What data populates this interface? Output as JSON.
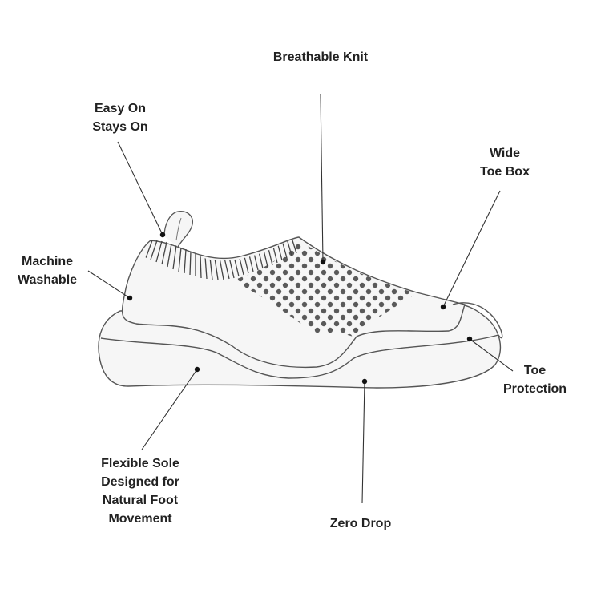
{
  "diagram": {
    "subject": "Slip-on knit shoe, side view",
    "colors": {
      "outline": "#555555",
      "fill": "#f6f6f6",
      "dots": "#5a5a5a",
      "text": "#222222",
      "leader": "#333333"
    },
    "callouts": [
      {
        "id": "breathable-knit",
        "text": "Breathable Knit"
      },
      {
        "id": "easy-on",
        "text": "Easy On\nStays On"
      },
      {
        "id": "wide-toe-box",
        "text": "Wide\nToe Box"
      },
      {
        "id": "machine-washable",
        "text": "Machine\nWashable"
      },
      {
        "id": "toe-protection",
        "text": "Toe\nProtection"
      },
      {
        "id": "flexible-sole",
        "text": "Flexible Sole\nDesigned for\nNatural Foot\nMovement"
      },
      {
        "id": "zero-drop",
        "text": "Zero Drop"
      }
    ]
  }
}
